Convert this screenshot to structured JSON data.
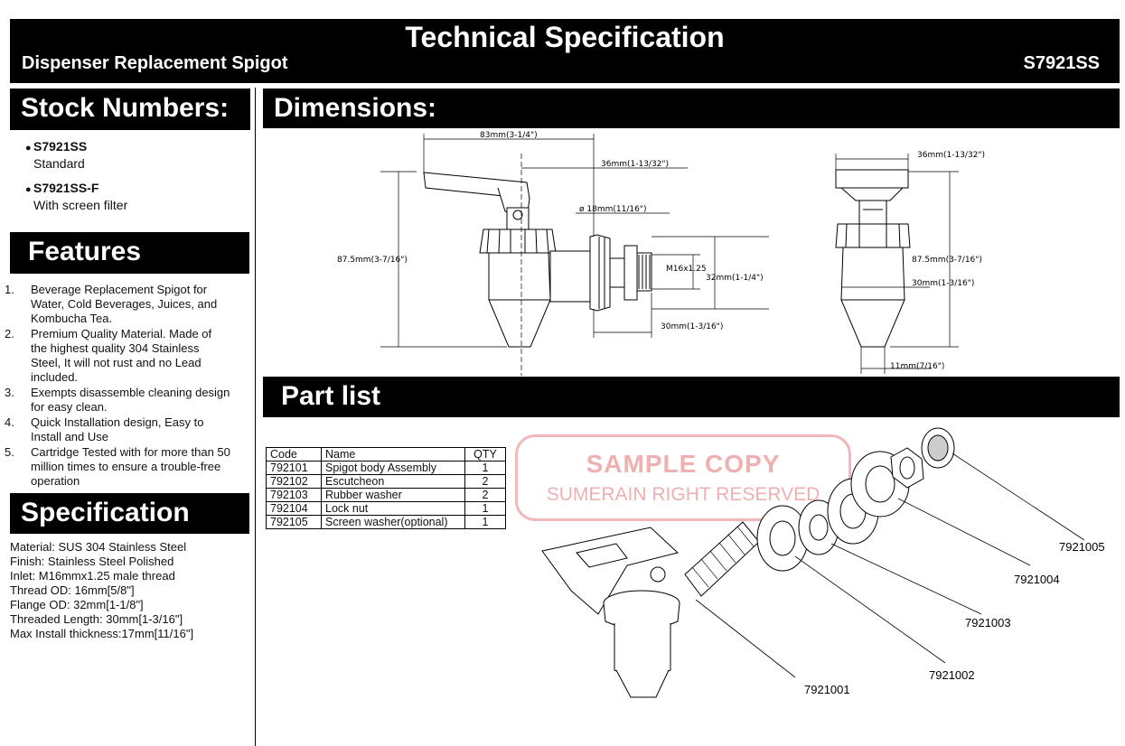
{
  "header": {
    "title": "Technical Specification",
    "subtitle": "Dispenser Replacement Spigot",
    "model": "S7921SS"
  },
  "stock": {
    "heading": "Stock Numbers:",
    "items": [
      {
        "code": "S7921SS",
        "desc": "Standard"
      },
      {
        "code": "S7921SS-F",
        "desc": "With screen filter"
      }
    ]
  },
  "features": {
    "heading": "Features",
    "items": [
      "Beverage Replacement Spigot for Water, Cold Beverages, Juices, and Kombucha Tea.",
      "Premium Quality Material. Made of the highest quality 304 Stainless Steel, It will not rust and no Lead included.",
      "Exempts disassemble cleaning design for easy clean.",
      "Quick Installation design, Easy to Install and Use",
      "Cartridge Tested with for more than 50 million times to ensure a trouble-free operation"
    ]
  },
  "specification": {
    "heading": "Specification",
    "lines": [
      "Material: SUS 304 Stainless Steel",
      "Finish: Stainless Steel Polished",
      "Inlet: M16mmx1.25 male thread",
      "Thread OD: 16mm[5/8\"]",
      "Flange OD: 32mm[1-1/8\"]",
      "Threaded Length: 30mm[1-3/16\"]",
      "Max Install thickness:17mm[11/16\"]"
    ]
  },
  "dimensions": {
    "heading": "Dimensions:",
    "labels": {
      "width_overall": "83mm(3-1/4\")",
      "width_front": "36mm(1-13/32\")",
      "diameter": "ø 18mm(11/16\")",
      "height": "87.5mm(3-7/16\")",
      "thread": "M16x1.25",
      "flange": "32mm(1-1/4\")",
      "thread_length": "30mm(1-3/16\")",
      "side_width": "36mm(1-13/32\")",
      "side_height": "87.5mm(3-7/16\")",
      "side_body": "30mm(1-3/16\")",
      "nozzle": "11mm(7/16\")"
    }
  },
  "parts": {
    "heading": "Part list",
    "columns": [
      "Code",
      "Name",
      "QTY"
    ],
    "rows": [
      [
        "792101",
        "Spigot body Assembly",
        "1"
      ],
      [
        "792102",
        "Escutcheon",
        "2"
      ],
      [
        "792103",
        "Rubber washer",
        "2"
      ],
      [
        "792104",
        "Lock nut",
        "1"
      ],
      [
        "792105",
        "Screen washer(optional)",
        "1"
      ]
    ],
    "callouts": [
      "7921001",
      "7921002",
      "7921003",
      "7921004",
      "7921005"
    ]
  },
  "watermark": {
    "line1": "SAMPLE COPY",
    "line2": "SUMERAIN RIGHT RESERVED"
  }
}
